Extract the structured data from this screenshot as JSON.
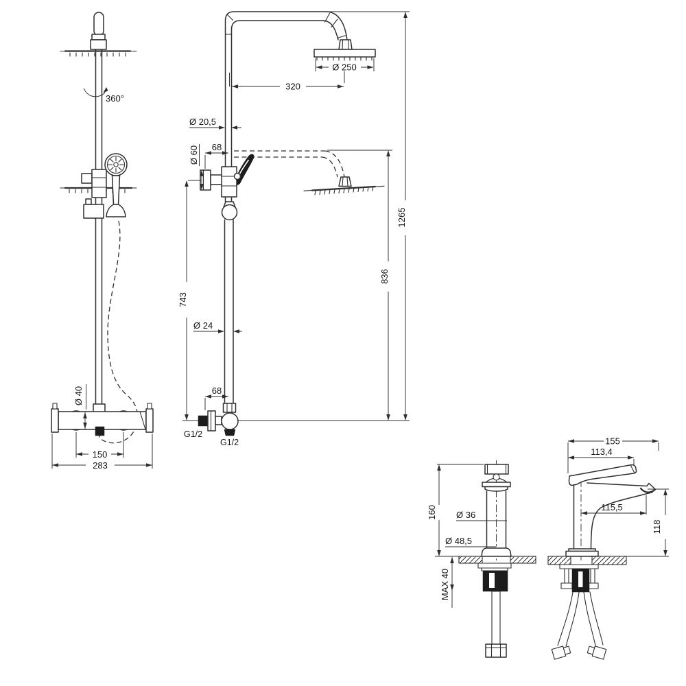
{
  "drawing": {
    "background": "#ffffff",
    "line_color": "#2e2e2e",
    "shower_front_view": {
      "swivel_angle": "360°",
      "bar_diameter": "Ø 40",
      "inlet_spacing": "150",
      "mixer_width": "283"
    },
    "shower_side_view": {
      "head_diameter": "Ø 250",
      "arm_reach": "320",
      "upper_pipe_diameter": "Ø 20,5",
      "holder_offset": "68",
      "wall_plate_diameter": "Ø 60",
      "total_height": "1265",
      "riser_height": "836",
      "slide_height": "743",
      "lower_pipe_diameter": "Ø 24",
      "valve_offset": "68",
      "wall_thread": "G1/2",
      "outlet_thread": "G1/2"
    },
    "basin_front_view": {
      "height": "160",
      "body_diameter": "Ø 36",
      "base_diameter": "Ø 48,5",
      "max_deck_thickness": "MAX 40"
    },
    "basin_side_view": {
      "total_length": "155",
      "handle_length": "113,4",
      "spout_reach": "115,5",
      "spout_height": "118"
    }
  }
}
